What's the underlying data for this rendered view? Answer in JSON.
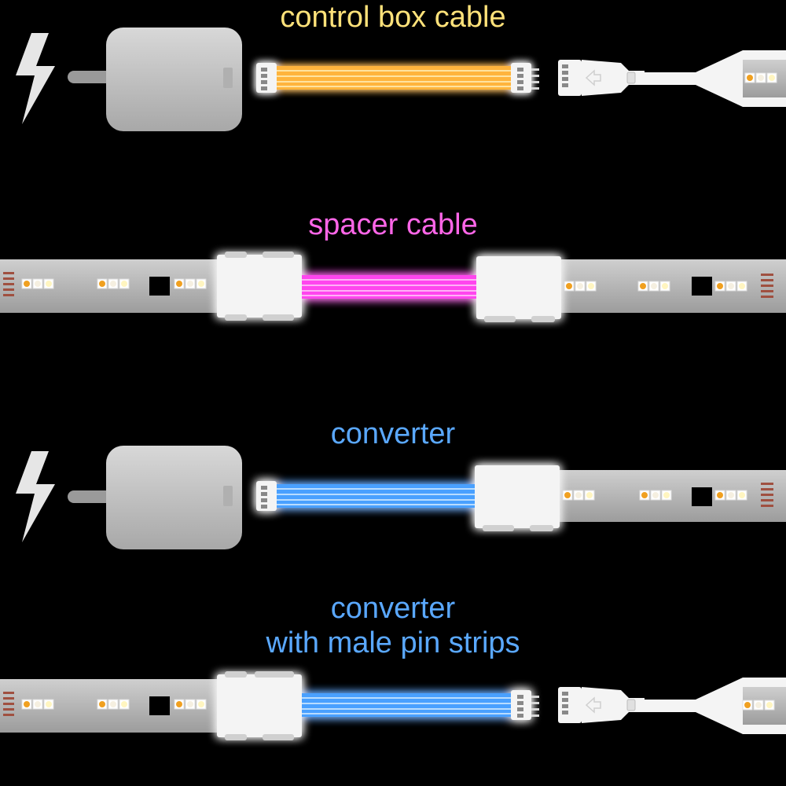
{
  "colors": {
    "background": "#000000",
    "control_box_cable": "#ffb43c",
    "spacer_cable": "#ff44ee",
    "converter": "#4aa0ff",
    "converter_label": "#5aa8ff",
    "control_label": "#ffe27a",
    "spacer_label": "#ff66e8",
    "led_strip": "#b4b4b4",
    "connector_housing": "#f2f2f2",
    "control_box": "#c2c2c2"
  },
  "sections": [
    {
      "id": "control-box-cable",
      "label": "control box cable",
      "icon": "lightning-bolt-icon"
    },
    {
      "id": "spacer-cable",
      "label": "spacer cable"
    },
    {
      "id": "converter",
      "label": "converter",
      "icon": "lightning-bolt-icon"
    },
    {
      "id": "converter-male-pin-strips",
      "label_line1": "converter",
      "label_line2": "with male pin strips"
    }
  ]
}
